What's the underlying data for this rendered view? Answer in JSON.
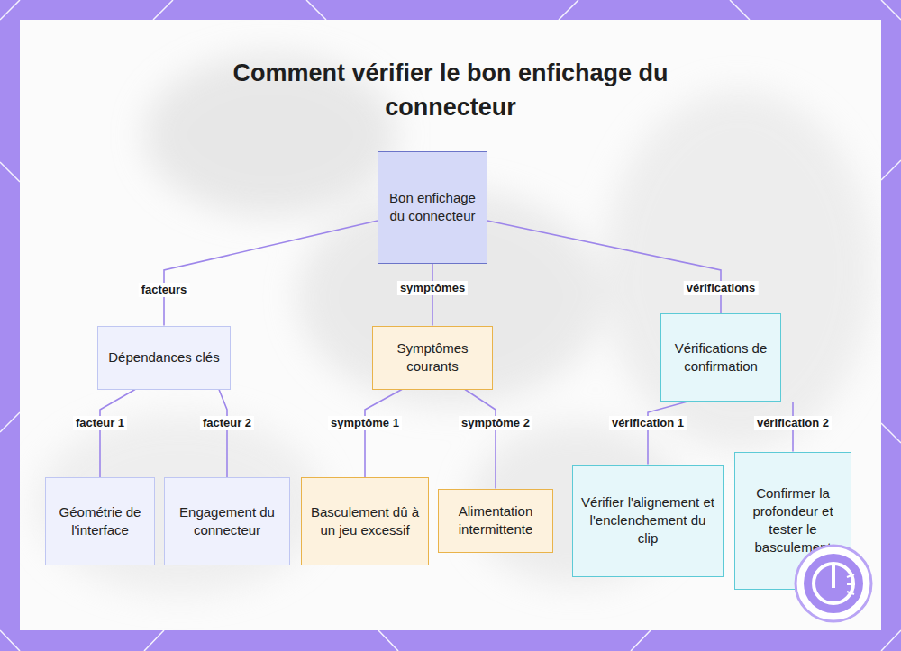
{
  "diagram": {
    "title": "Comment vérifier le bon enfichage du connecteur",
    "nodes": [
      {
        "text": [
          "Bon enfichage du connecteur"
        ]
      },
      {
        "text": [
          "Dépendances clés"
        ]
      },
      {
        "text": [
          "Symptômes courants"
        ]
      },
      {
        "text": [
          "Vérifications de confirmation"
        ]
      },
      {
        "text": [
          "Géométrie de l'interface"
        ]
      },
      {
        "text": [
          "Engagement du connecteur"
        ]
      },
      {
        "text": [
          "Basculement dû à un jeu excessif"
        ]
      },
      {
        "text": [
          "Alimentation intermittente"
        ]
      },
      {
        "text": [
          "Vérifier l'alignement et l'enclenchement du clip"
        ]
      },
      {
        "text": [
          "Confirmer la profondeur et tester le basculement"
        ]
      }
    ],
    "edges": [
      {
        "from": 0,
        "to": 1,
        "label": "facteurs",
        "arrow": "none"
      },
      {
        "from": 0,
        "to": 2,
        "label": "symptômes",
        "arrow": "none"
      },
      {
        "from": 0,
        "to": 3,
        "label": "vérifications",
        "arrow": "none"
      },
      {
        "from": 1,
        "to": 4,
        "label": "facteur 1",
        "arrow": "none"
      },
      {
        "from": 1,
        "to": 5,
        "label": "facteur 2",
        "arrow": "none"
      },
      {
        "from": 2,
        "to": 6,
        "label": "symptôme 1",
        "arrow": "none"
      },
      {
        "from": 2,
        "to": 7,
        "label": "symptôme 2",
        "arrow": "none"
      },
      {
        "from": 3,
        "to": 8,
        "label": "vérification 1",
        "arrow": "none"
      },
      {
        "from": 3,
        "to": 9,
        "label": "vérification 2",
        "arrow": "none"
      }
    ]
  }
}
